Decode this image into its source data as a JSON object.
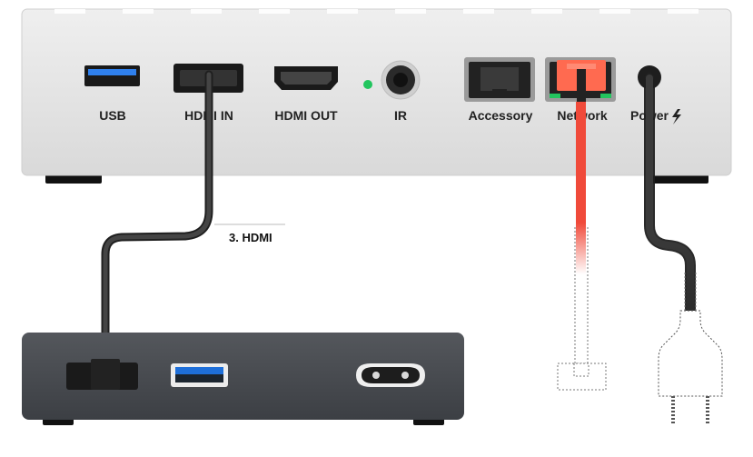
{
  "hub": {
    "ports": [
      {
        "id": "usb",
        "label": "USB",
        "icon": "usb-port-icon"
      },
      {
        "id": "hdmi_in",
        "label": "HDMI IN",
        "icon": "hdmi-port-icon"
      },
      {
        "id": "hdmi_out",
        "label": "HDMI OUT",
        "icon": "hdmi-port-icon"
      },
      {
        "id": "ir",
        "label": "IR",
        "icon": "audio-jack-icon"
      },
      {
        "id": "accessory",
        "label": "Accessory",
        "icon": "ethernet-port-icon"
      },
      {
        "id": "network",
        "label": "Network",
        "icon": "ethernet-port-icon"
      },
      {
        "id": "power",
        "label": "Power",
        "icon": "power-jack-icon"
      }
    ],
    "power_symbol_icon": "lightning-bolt-icon",
    "led_color": "#22c55e"
  },
  "callout": {
    "hdmi_step": "3. HDMI"
  },
  "colors": {
    "hub_body": "#e6e6e6",
    "device_body": "#4a4d52",
    "network_cable": "#f04a3a",
    "port_active": "#ff6a50",
    "cable_dark": "#3a3a3a",
    "usb_blue": "#1e6fd9"
  },
  "icons": {
    "network_plug": "rj45-plug-outline-icon",
    "power_plug": "power-plug-outline-icon",
    "iec_socket": "iec-c8-socket-icon"
  }
}
